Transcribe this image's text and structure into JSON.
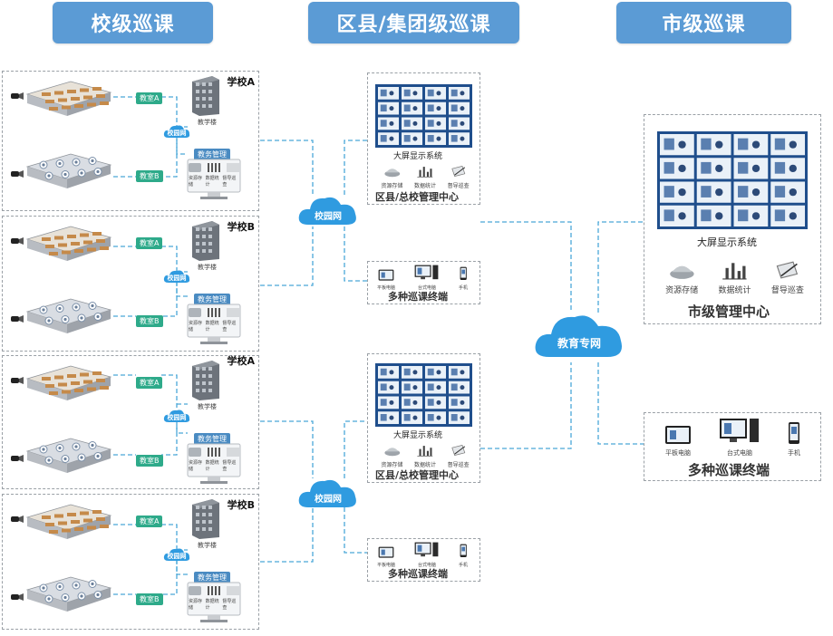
{
  "headers": {
    "school": "校级巡课",
    "district": "区县/集团级巡课",
    "city": "市级巡课"
  },
  "schools": [
    {
      "name": "学校A",
      "room_a": "教室A",
      "room_b": "教室B",
      "building": "教学楼",
      "admin": "教务管理",
      "icons": [
        "资源存储",
        "数据统计",
        "督导巡查"
      ]
    },
    {
      "name": "学校B",
      "room_a": "教室A",
      "room_b": "教室B",
      "building": "教学楼",
      "admin": "教务管理",
      "icons": [
        "资源存储",
        "数据统计",
        "督导巡查"
      ]
    },
    {
      "name": "学校A",
      "room_a": "教室A",
      "room_b": "教室B",
      "building": "教学楼",
      "admin": "教务管理",
      "icons": [
        "资源存储",
        "数据统计",
        "督导巡查"
      ]
    },
    {
      "name": "学校B",
      "room_a": "教室A",
      "room_b": "教室B",
      "building": "教学楼",
      "admin": "教务管理",
      "icons": [
        "资源存储",
        "数据统计",
        "督导巡查"
      ]
    }
  ],
  "campus_cloud_small": "校园网",
  "campus_cloud": "校园网",
  "edu_cloud": "教育专网",
  "district_center": {
    "screen_label": "大屏显示系统",
    "icons": [
      "资源存储",
      "数据统计",
      "督导巡查"
    ],
    "title": "区县/总校管理中心"
  },
  "district_terminal": {
    "devices": [
      "平板电脑",
      "台式电脑",
      "手机"
    ],
    "title": "多种巡课终端"
  },
  "city_center": {
    "screen_label": "大屏显示系统",
    "icons": [
      "资源存储",
      "数据统计",
      "督导巡查"
    ],
    "title": "市级管理中心"
  },
  "city_terminal": {
    "devices": [
      "平板电脑",
      "台式电脑",
      "手机"
    ],
    "title": "多种巡课终端"
  },
  "colors": {
    "header_bg": "#5b9bd5",
    "cloud": "#2f9be0",
    "screen": "#1f4e8c",
    "line": "#4aa8d8",
    "room_tag": "#2eaa8a"
  }
}
